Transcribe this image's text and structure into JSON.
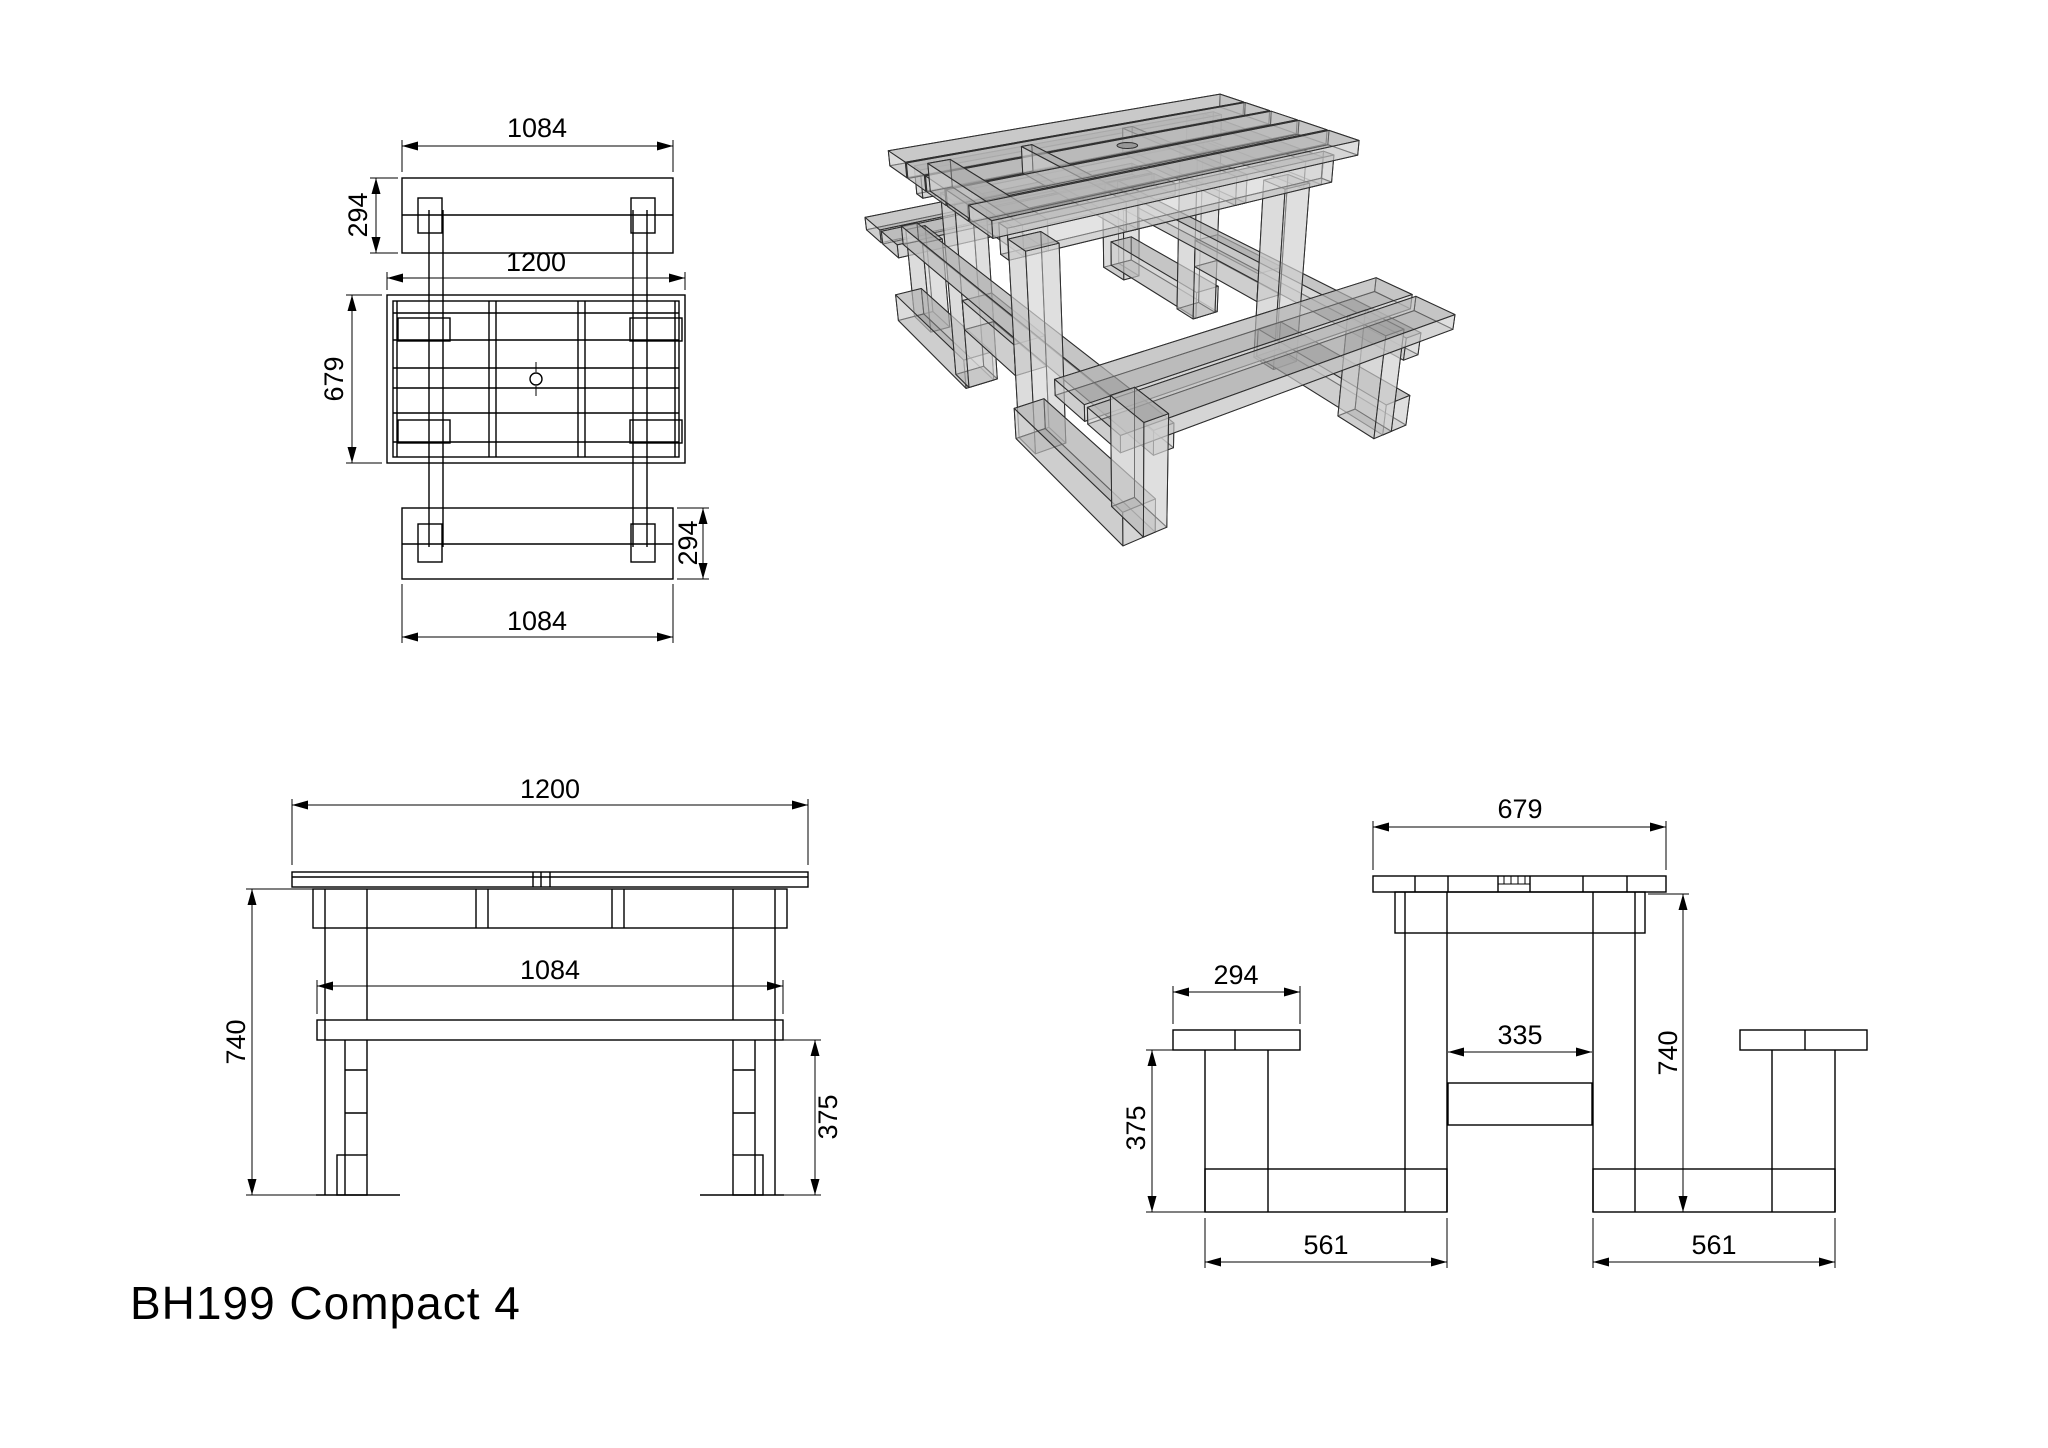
{
  "title": "BH199 Compact 4",
  "colors": {
    "line": "#000000",
    "background": "#ffffff",
    "render_face_top": "#9d9d9d",
    "render_face_side": "#c7c7c7",
    "render_face_front": "#d8d8d8",
    "render_edge": "#2f2f2f"
  },
  "views": {
    "plan": {
      "name": "plan-view",
      "dimensions": {
        "bench_length_top": "1084",
        "bench_depth_top": "294",
        "table_length": "1200",
        "table_depth": "679",
        "bench_depth_bottom": "294",
        "bench_length_bottom": "1084"
      }
    },
    "front": {
      "name": "front-view",
      "dimensions": {
        "table_length": "1200",
        "bench_length": "1084",
        "table_height": "740",
        "bench_height": "375"
      }
    },
    "side": {
      "name": "side-view",
      "dimensions": {
        "table_depth": "679",
        "bench_seat_width": "294",
        "leg_spacing": "335",
        "table_height": "740",
        "bench_height": "375",
        "bench_base_left": "561",
        "bench_base_right": "561"
      }
    },
    "iso": {
      "name": "3d-render-view"
    }
  }
}
